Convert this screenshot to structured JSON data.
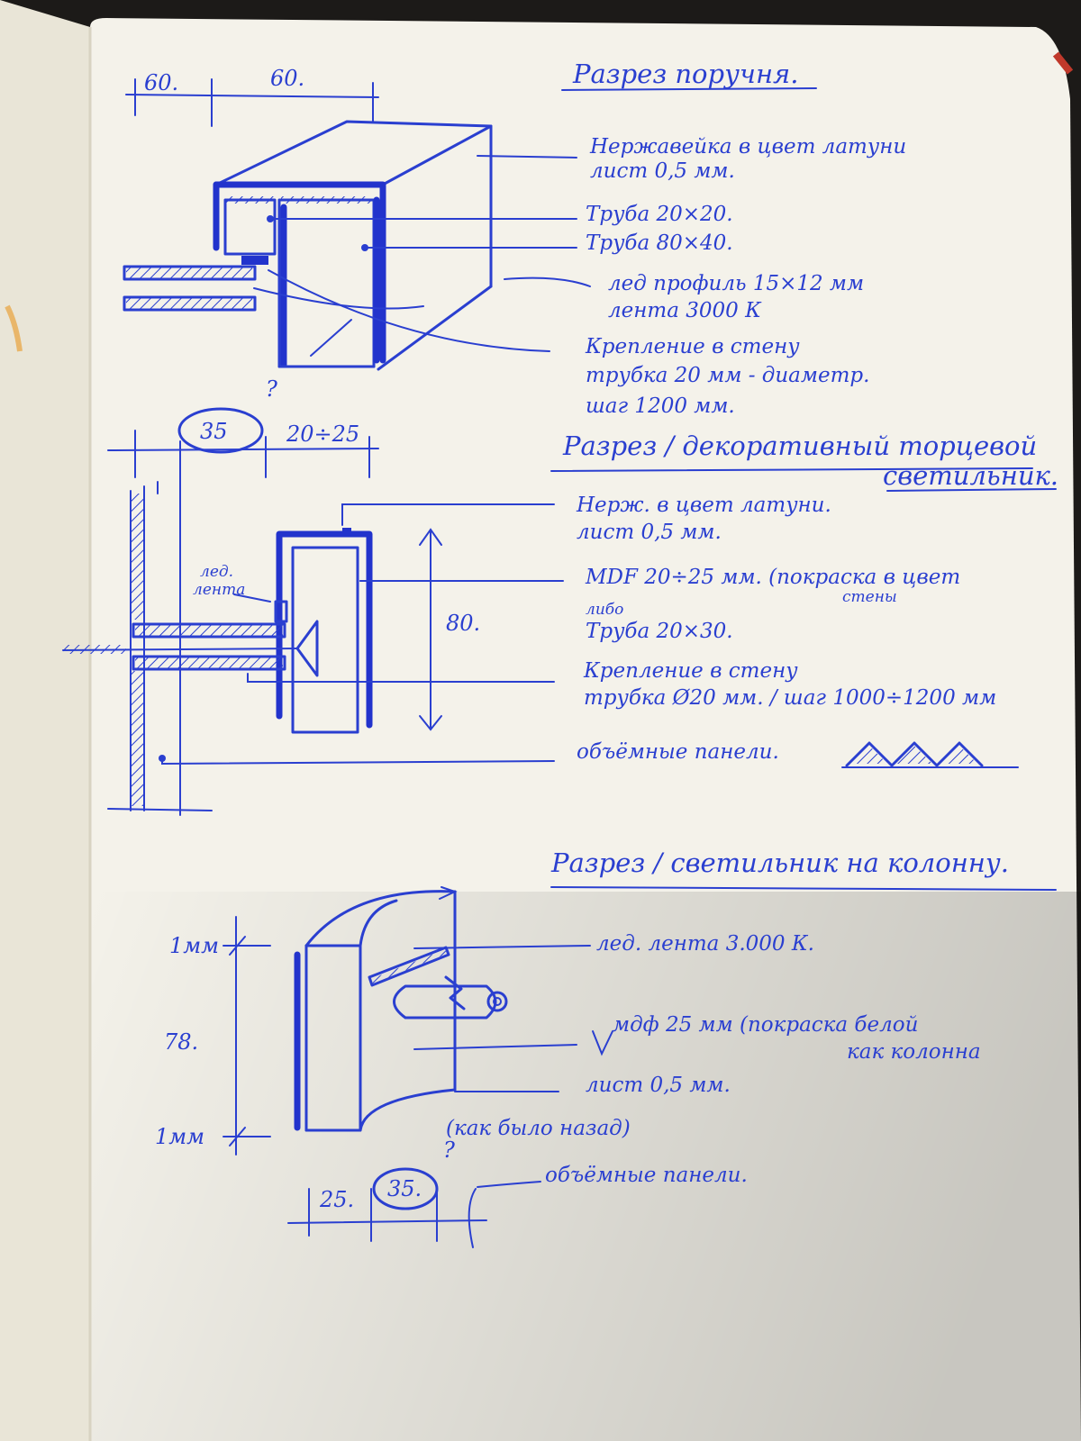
{
  "colors": {
    "ink": "#2a3fd0",
    "paper": "#f4f2ea",
    "spine": "#e9e5d7",
    "desk": "#1c1a18"
  },
  "section1": {
    "title": "Разрез поручня.",
    "dim_a": "60.",
    "dim_b": "60.",
    "notes": [
      "Нержавейка в цвет латуни",
      "лист 0,5 мм.",
      "Труба 20×20.",
      "Труба 80×40.",
      "лед профиль 15×12 мм",
      "лента 3000 К",
      "Крепление в стену",
      "трубка 20 мм - диаметр.",
      "шаг 1200 мм."
    ]
  },
  "section2": {
    "title": "Разрез / декоративный торцевой",
    "title_line2": "светильник.",
    "dim_circled": "35",
    "question": "?",
    "dim_range": "20÷25",
    "dim_height": "80.",
    "led_label_1": "лед.",
    "led_label_2": "лента",
    "notes": [
      "Нерж. в цвет латуни.",
      "лист 0,5 мм.",
      "MDF 20÷25 мм. (покраска в цвет",
      "стены",
      "либо",
      "Труба 20×30.",
      "Крепление в стену",
      "трубка Ø20 мм. / шаг 1000÷1200 мм",
      "объёмные панели."
    ]
  },
  "section3": {
    "title": "Разрез / светильник на колонну.",
    "dim_top": "1мм",
    "dim_mid": "78.",
    "dim_bottom": "1мм",
    "dim_a": "25.",
    "dim_circled": "35.",
    "question": "?",
    "note_paren": "(как было назад)",
    "notes": [
      "лед. лента 3.000 К.",
      "мдф 25 мм (покраска белой",
      "как колонна",
      "лист 0,5 мм.",
      "объёмные панели."
    ]
  }
}
